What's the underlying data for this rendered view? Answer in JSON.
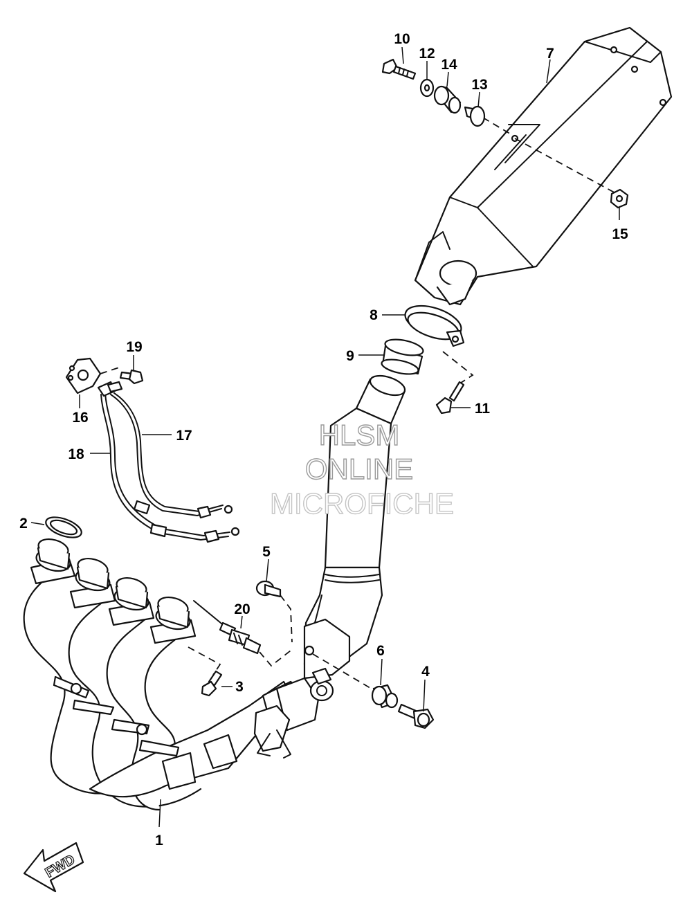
{
  "diagram": {
    "callouts": [
      "1",
      "2",
      "3",
      "4",
      "5",
      "6",
      "7",
      "8",
      "9",
      "10",
      "11",
      "12",
      "13",
      "14",
      "15",
      "16",
      "17",
      "18",
      "19",
      "20"
    ],
    "watermark": [
      "HLSM",
      "ONLINE",
      "MICROFICHE"
    ],
    "direction_label": "FWD"
  }
}
